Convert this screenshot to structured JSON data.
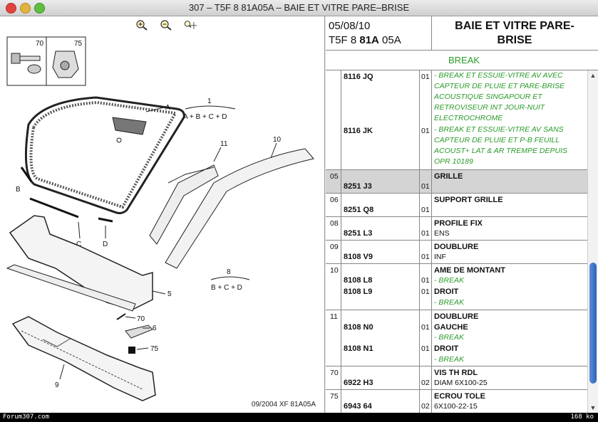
{
  "window": {
    "title": "307 – T5F 8 81A05A – BAIE ET VITRE PARE–BRISE"
  },
  "header": {
    "date": "05/08/10",
    "code_prefix": "T5F 8 ",
    "code_bold": "81A",
    "code_suffix": " 05A",
    "title": "BAIE ET VITRE PARE-BRISE"
  },
  "subheader": "BREAK",
  "drawing": {
    "labels": {
      "A": "A",
      "B": "B",
      "C": "C",
      "D": "D",
      "n1": "1",
      "n1_sub": "A + B + C + D",
      "n8": "8",
      "n8_sub": "B + C + D",
      "n10": "10",
      "n11": "11",
      "n5": "5",
      "n6": "6",
      "n9": "9",
      "n70": "70",
      "n75": "75",
      "box70": "70",
      "box75": "75"
    },
    "footer_ref": "09/2004  XF 81A05A"
  },
  "rows": [
    {
      "num": "",
      "ref1": "8116 JQ",
      "q1": "01",
      "d1": "- BREAK ET ESSUIE-VITRE AV AVEC CAPTEUR DE PLUIE ET PARE-BRISE ACOUSTIQUE SINGAPOUR ET RETROVISEUR INT JOUR-NUIT ELECTROCHROME",
      "ref2": "8116 JK",
      "q2": "01",
      "d2": "- BREAK ET ESSUIE-VITRE AV SANS CAPTEUR DE PLUIE ET P-B FEUILL ACOUST+ LAT & AR TREMPE DEPUIS OPR 10189"
    },
    {
      "num": "05",
      "title": "GRILLE",
      "ref": "8251 J3",
      "q": "01",
      "sub": ""
    },
    {
      "num": "06",
      "title": "SUPPORT GRILLE",
      "ref": "8251 Q8",
      "q": "01",
      "sub": ""
    },
    {
      "num": "08",
      "title": "PROFILE FIX",
      "ref": "8251 L3",
      "q": "01",
      "sub": "ENS"
    },
    {
      "num": "09",
      "title": "DOUBLURE",
      "ref": "8108 V9",
      "q": "01",
      "sub": "INF"
    },
    {
      "num": "10",
      "title": "AME DE MONTANT",
      "ref1": "8108 L8",
      "q1": "01",
      "g1": "- BREAK",
      "ref2": "8108 L9",
      "q2": "01",
      "t2": "DROIT",
      "g2": "- BREAK"
    },
    {
      "num": "11",
      "title": "DOUBLURE",
      "t1": "GAUCHE",
      "ref1": "8108 N0",
      "q1": "01",
      "g1": "- BREAK",
      "ref2": "8108 N1",
      "q2": "01",
      "t2": "DROIT",
      "g2": "- BREAK"
    },
    {
      "num": "70",
      "title": "VIS TH RDL",
      "ref": "6922 H3",
      "q": "02",
      "sub": "DIAM 6X100-25"
    },
    {
      "num": "75",
      "title": "ECROU TOLE",
      "ref": "6943 64",
      "q": "02",
      "sub": "6X100-22-15"
    }
  ],
  "status": {
    "left": "Forum307.com",
    "right": "168 ko"
  },
  "colors": {
    "green_text": "#2a9a2a",
    "selected_row": "#d4d4d4"
  }
}
